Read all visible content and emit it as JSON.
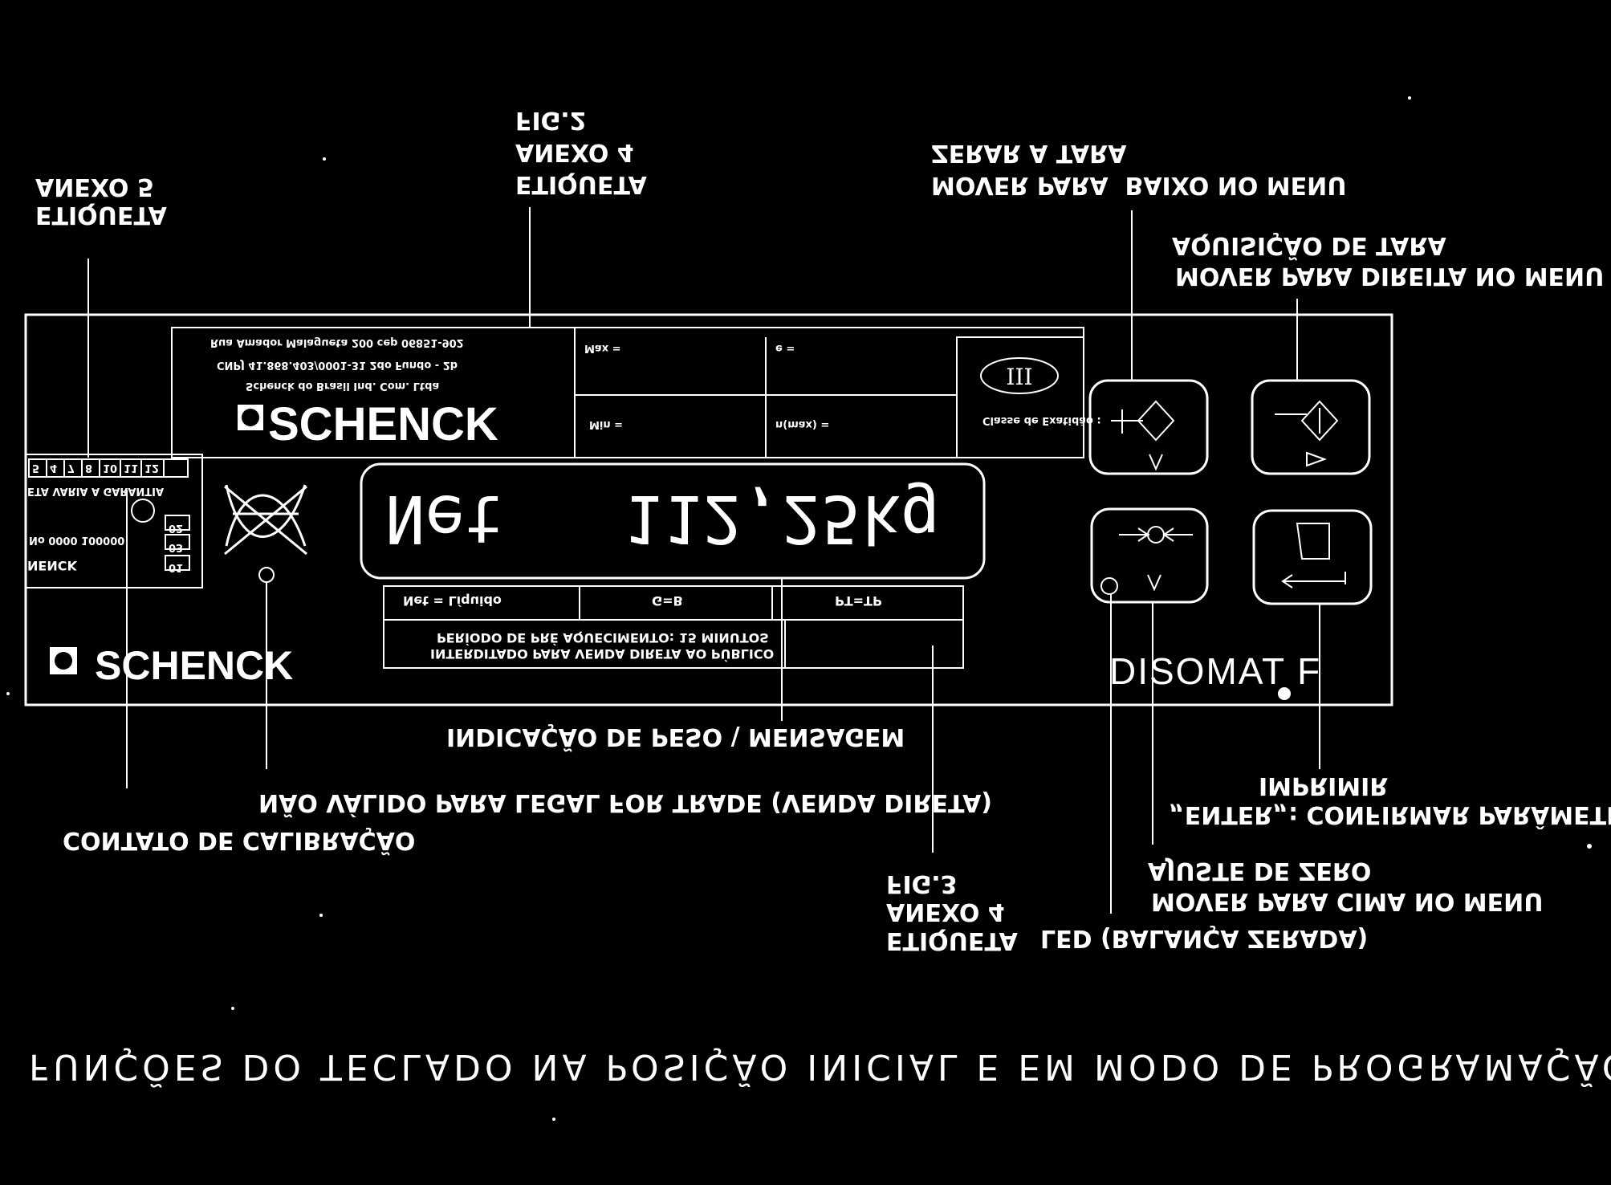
{
  "panel": {
    "brand": "SCHENCK",
    "model": "DISOMAT F",
    "display_text": "Net   112,25kg",
    "plate": {
      "line1": "Rua Amador Malagueta 200 cep 06851-902",
      "line2": "CNPJ 41.868.403/0001-31 2do Fundo - 2b",
      "line3": "Schenck do Brasil Ind. Com. Ltda",
      "brand": "SCHENCK",
      "max_label": "Max =",
      "e_label": "e =",
      "min_label": "Min =",
      "n_label": "n(max) =",
      "class_badge": "III",
      "class_text": "Classe de Exatidão :"
    },
    "calib_strip": {
      "digits": [
        "5",
        "4",
        "7",
        "8",
        "10",
        "11",
        "12"
      ],
      "row_text": "ETA VARIA A GARANTIA",
      "serial": "No 0000 100000",
      "box_labels": [
        "02",
        "03",
        "01"
      ],
      "brand": "NENCK"
    },
    "info_table": {
      "cells": [
        "Net = Líquido",
        "G=B",
        "PT=TP"
      ],
      "row2": "PERÍODO DE PRÉ AQUECIMENTO: 15 MINUTOS",
      "row3": "INTERDITADO PARA VENDA DIRETA AO PÚBLICO"
    }
  },
  "annotations": {
    "anexo5": [
      "ANEXO 5",
      "ETIQUETA"
    ],
    "anexo4_top": [
      "FIG.2",
      "ANEXO 4",
      "ETIQUETA"
    ],
    "zerar_tara": [
      "ZERAR A TARA",
      "MOVER PARA  BAIXO NO MENU"
    ],
    "aquisicao_tara": [
      "AQUISIÇÃO DE TARA",
      "MOVER PARA DIREITA NO MENU"
    ],
    "indicacao": "INDICAÇÃO DE PESO \\ MENSAGEM",
    "nao_valido": "NÃO VÁLIDO PARA LEGAL FOR TRADE (VENDA DIRETA)",
    "contato": "CONTATO DE CALIBRAÇÃO",
    "imprimir": [
      "IMPRIMIR",
      "„ENTER„: CONFIRMAR PARÂMETRO"
    ],
    "ajuste_zero": [
      "AJUSTE DE ZERO",
      "MOVER PARA CIMA NO MENU"
    ],
    "anexo4_bottom": [
      "FIG.3",
      "ANEXO 4",
      "ETIQUETA"
    ],
    "led": "LED (BALANÇA ZERADA)"
  },
  "caption": "FUNÇÕES DO TECLADO NA POSIÇÃO INICIAL E EM MODO DE PROGRAMAÇÃO"
}
